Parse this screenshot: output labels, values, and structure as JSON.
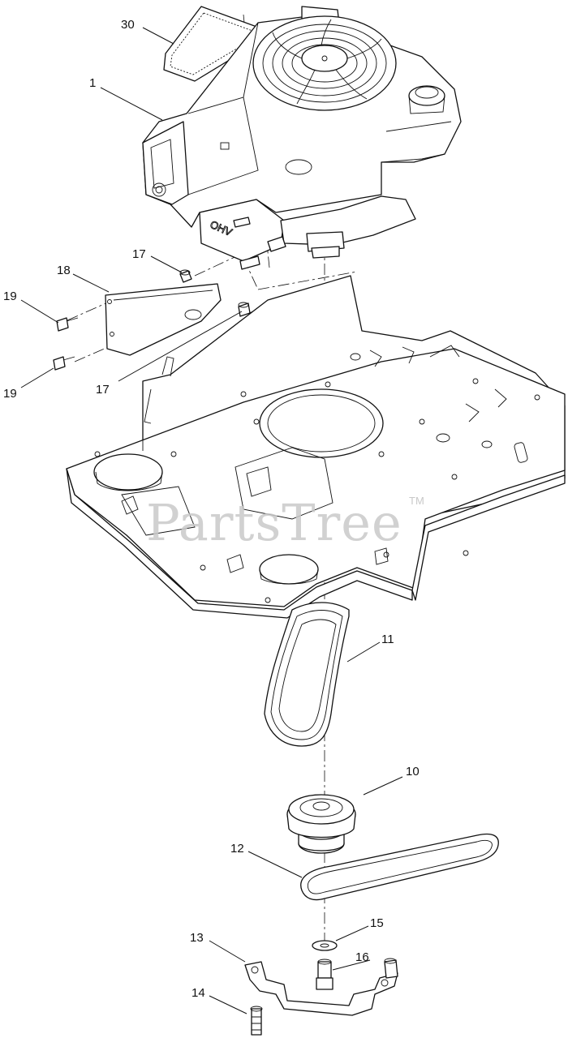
{
  "watermark": {
    "text": "PartsTree",
    "trademark": "TM"
  },
  "callouts": [
    "30",
    "1",
    "17",
    "18",
    "19",
    "19",
    "17",
    "11",
    "10",
    "12",
    "15",
    "13",
    "16",
    "14"
  ],
  "engine_label": "OHV"
}
